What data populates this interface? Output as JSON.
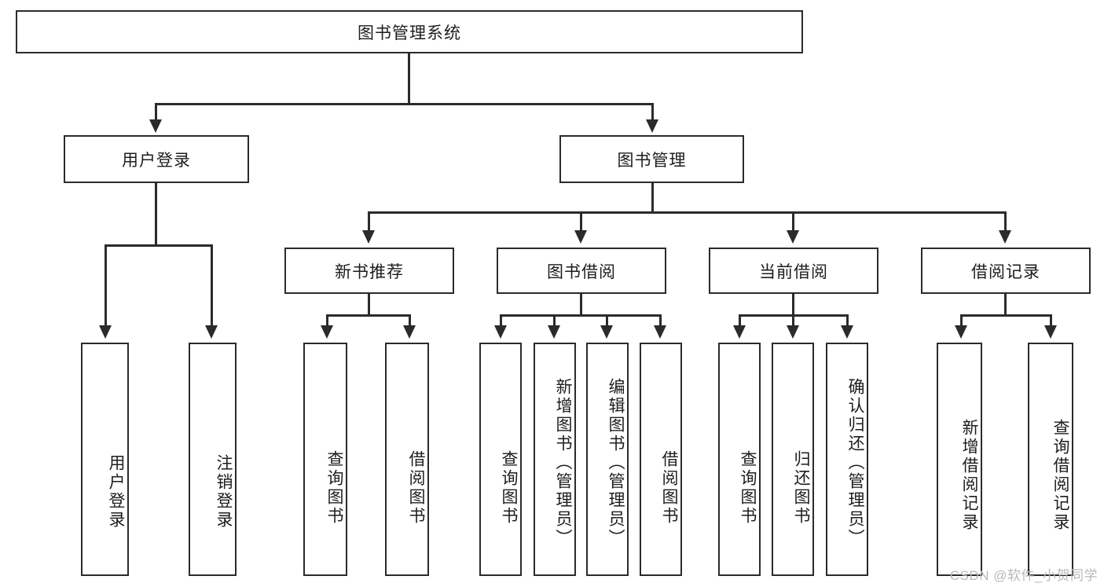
{
  "diagram": {
    "title": "图书管理系统",
    "type": "hierarchy-tree",
    "root": {
      "id": "root",
      "label": "图书管理系统"
    },
    "level2": [
      {
        "id": "user-login",
        "label": "用户登录"
      },
      {
        "id": "book-manage",
        "label": "图书管理"
      }
    ],
    "level3": [
      {
        "id": "new-book-recommend",
        "label": "新书推荐"
      },
      {
        "id": "book-borrow",
        "label": "图书借阅"
      },
      {
        "id": "current-borrow",
        "label": "当前借阅"
      },
      {
        "id": "borrow-record",
        "label": "借阅记录"
      }
    ],
    "leaves": {
      "user_login": [
        {
          "id": "leaf-user-login",
          "label": "用户登录"
        },
        {
          "id": "leaf-logout",
          "label": "注销登录"
        }
      ],
      "new_book_recommend": [
        {
          "id": "leaf-query-book-1",
          "label": "查询图书"
        },
        {
          "id": "leaf-borrow-book-1",
          "label": "借阅图书"
        }
      ],
      "book_borrow": [
        {
          "id": "leaf-query-book-2",
          "label": "查询图书"
        },
        {
          "id": "leaf-add-book",
          "label": "新增图书（管理员）"
        },
        {
          "id": "leaf-edit-book",
          "label": "编辑图书（管理员）"
        },
        {
          "id": "leaf-borrow-book-2",
          "label": "借阅图书"
        }
      ],
      "current_borrow": [
        {
          "id": "leaf-query-book-3",
          "label": "查询图书"
        },
        {
          "id": "leaf-return-book",
          "label": "归还图书"
        },
        {
          "id": "leaf-confirm-return",
          "label": "确认归还（管理员）"
        }
      ],
      "borrow_record": [
        {
          "id": "leaf-add-record",
          "label": "新增借阅记录"
        },
        {
          "id": "leaf-query-record",
          "label": "查询借阅记录"
        }
      ]
    }
  },
  "watermark": {
    "text": "CSDN @软件_小贺同学"
  },
  "colors": {
    "stroke": "#2b2b2b",
    "fill": "#ffffff",
    "text": "#1d1d1d",
    "watermark": "#b9b9b9"
  }
}
